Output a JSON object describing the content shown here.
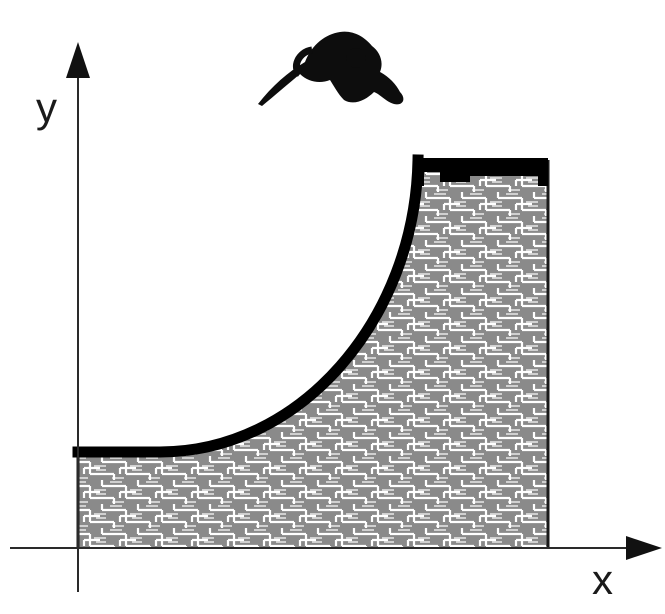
{
  "diagram": {
    "axes": {
      "x_label": "x",
      "y_label": "y"
    },
    "ramp": {
      "shape": "quarter-pipe",
      "fill_pattern": "brick",
      "colors": {
        "outline": "#000000",
        "brick_fill": "#8a8a8a",
        "brick_mortar": "#ffffff"
      }
    },
    "figure": {
      "icon": "skateboarder-silhouette-icon"
    },
    "colors": {
      "axis": "#2a2a2a",
      "background": "#ffffff"
    }
  }
}
